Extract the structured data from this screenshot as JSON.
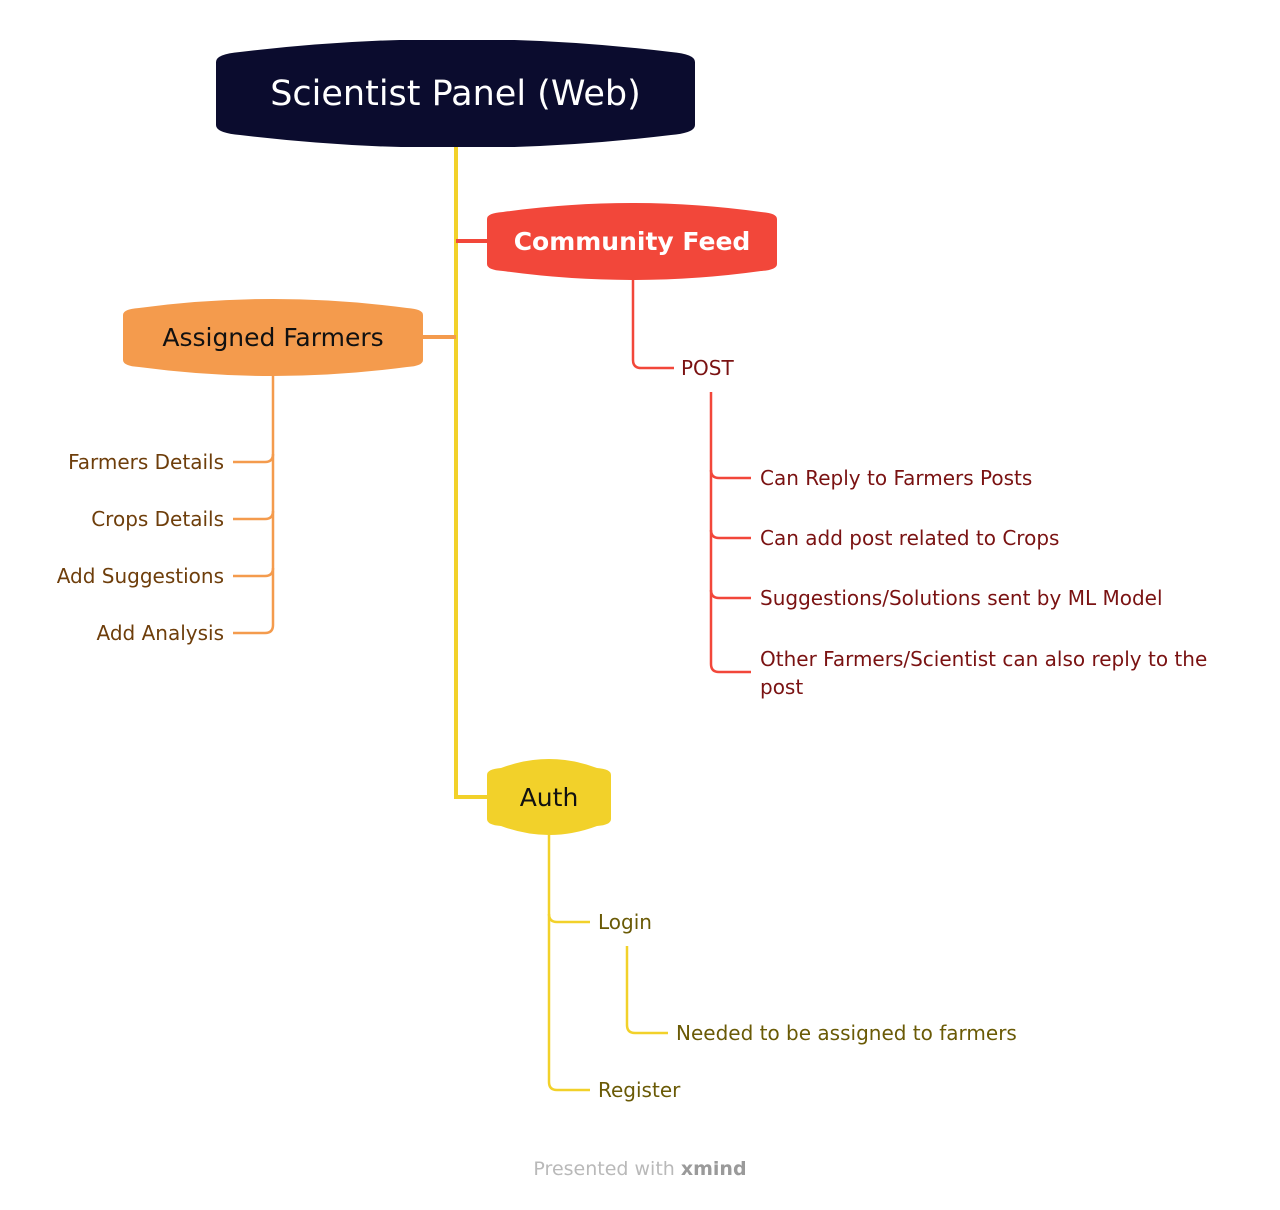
{
  "root": {
    "title": "Scientist Panel (Web)"
  },
  "branches": {
    "community_feed": {
      "title": "Community Feed",
      "post": {
        "label": "POST",
        "items": [
          "Can Reply to Farmers Posts",
          "Can add post related to Crops",
          "Suggestions/Solutions sent by ML Model",
          "Other Farmers/Scientist can also reply to the post"
        ]
      }
    },
    "assigned_farmers": {
      "title": "Assigned Farmers",
      "items": [
        "Farmers Details",
        "Crops Details",
        "Add Suggestions",
        "Add Analysis"
      ]
    },
    "auth": {
      "title": "Auth",
      "login": {
        "label": "Login",
        "sub": "Needed to be assigned to farmers"
      },
      "register": "Register"
    }
  },
  "footer": {
    "prefix": "Presented with",
    "brand": "xmind"
  },
  "colors": {
    "root": "#0b0c2e",
    "community_feed": "#f2473a",
    "assigned_farmers": "#f49b4d",
    "auth": "#f2d12a",
    "trunk": "#f2d12a"
  }
}
